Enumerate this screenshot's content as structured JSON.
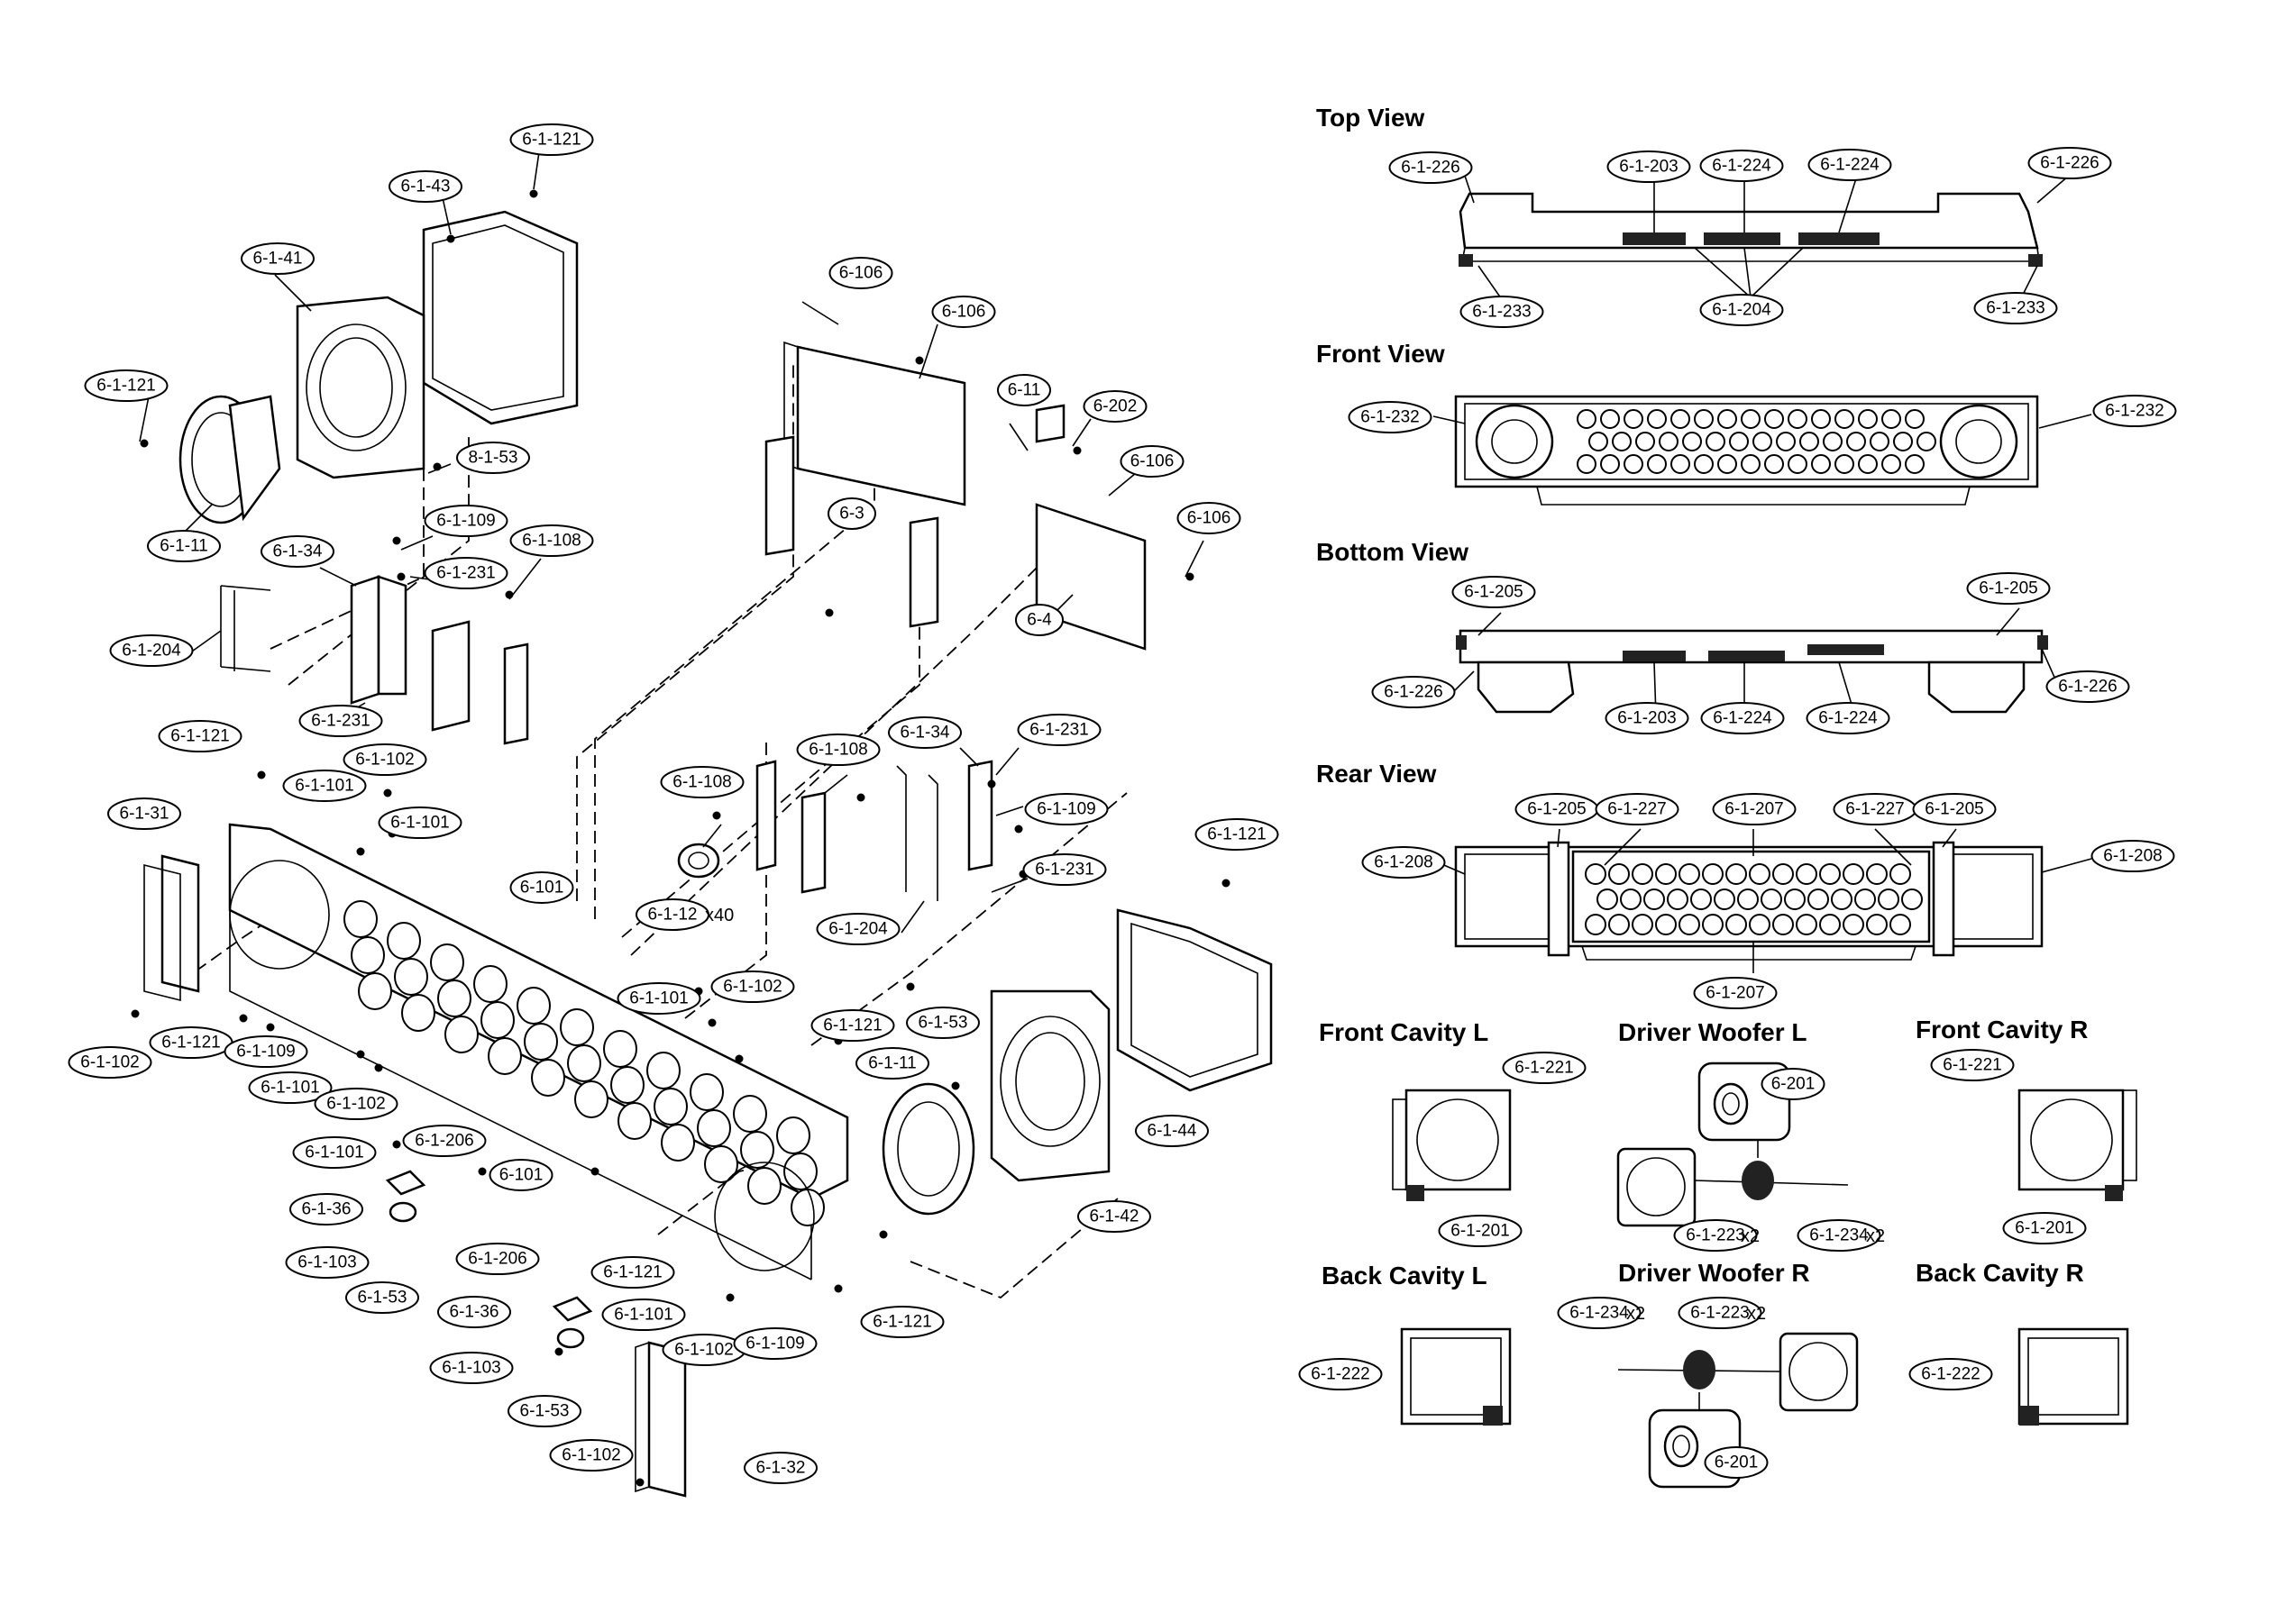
{
  "views": {
    "top_view": "Top View",
    "front_view": "Front View",
    "bottom_view": "Bottom View",
    "rear_view": "Rear View",
    "front_cavity_l": "Front Cavity L",
    "driver_woofer_l": "Driver Woofer L",
    "front_cavity_r": "Front Cavity R",
    "back_cavity_l": "Back Cavity L",
    "driver_woofer_r": "Driver Woofer R",
    "back_cavity_r": "Back Cavity R"
  },
  "callouts": [
    {
      "id": "c1",
      "label": "6-1-121"
    },
    {
      "id": "c2",
      "label": "6-1-43"
    },
    {
      "id": "c3",
      "label": "6-1-41"
    },
    {
      "id": "c4",
      "label": "6-1-121"
    },
    {
      "id": "c5",
      "label": "8-1-53"
    },
    {
      "id": "c6",
      "label": "6-1-11"
    },
    {
      "id": "c7",
      "label": "6-1-34"
    },
    {
      "id": "c8",
      "label": "6-1-109"
    },
    {
      "id": "c9",
      "label": "6-1-231"
    },
    {
      "id": "c10",
      "label": "6-1-108"
    },
    {
      "id": "c11",
      "label": "6-1-204"
    },
    {
      "id": "c12",
      "label": "6-1-231"
    },
    {
      "id": "c13",
      "label": "6-1-121"
    },
    {
      "id": "c14",
      "label": "6-1-102"
    },
    {
      "id": "c15",
      "label": "6-1-101"
    },
    {
      "id": "c16",
      "label": "6-1-101"
    },
    {
      "id": "c17",
      "label": "6-1-31"
    },
    {
      "id": "c18",
      "label": "6-101"
    },
    {
      "id": "c19",
      "label": "6-1-102"
    },
    {
      "id": "c20",
      "label": "6-1-121"
    },
    {
      "id": "c21",
      "label": "6-1-109"
    },
    {
      "id": "c22",
      "label": "6-1-101"
    },
    {
      "id": "c23",
      "label": "6-1-102"
    },
    {
      "id": "c24",
      "label": "6-1-101"
    },
    {
      "id": "c25",
      "label": "6-1-206"
    },
    {
      "id": "c26",
      "label": "6-101"
    },
    {
      "id": "c27",
      "label": "6-1-36"
    },
    {
      "id": "c28",
      "label": "6-1-103"
    },
    {
      "id": "c29",
      "label": "6-1-53"
    },
    {
      "id": "c30",
      "label": "6-106"
    },
    {
      "id": "c31",
      "label": "6-106"
    },
    {
      "id": "c32",
      "label": "6-11"
    },
    {
      "id": "c33",
      "label": "6-202"
    },
    {
      "id": "c34",
      "label": "6-106"
    },
    {
      "id": "c35",
      "label": "6-3"
    },
    {
      "id": "c36",
      "label": "6-106"
    },
    {
      "id": "c37",
      "label": "6-4"
    },
    {
      "id": "c38",
      "label": "6-1-108"
    },
    {
      "id": "c39",
      "label": "6-1-108"
    },
    {
      "id": "c40",
      "label": "6-1-34"
    },
    {
      "id": "c41",
      "label": "6-1-231"
    },
    {
      "id": "c42",
      "label": "6-1-109"
    },
    {
      "id": "c43",
      "label": "6-1-12"
    },
    {
      "id": "c44",
      "label": "6-1-231"
    },
    {
      "id": "c45",
      "label": "6-1-204"
    },
    {
      "id": "c46",
      "label": "6-1-101"
    },
    {
      "id": "c47",
      "label": "6-1-102"
    },
    {
      "id": "c48",
      "label": "6-1-121"
    },
    {
      "id": "c49",
      "label": "6-1-53"
    },
    {
      "id": "c50",
      "label": "6-1-11"
    },
    {
      "id": "c51",
      "label": "6-1-121"
    },
    {
      "id": "c52",
      "label": "6-1-44"
    },
    {
      "id": "c53",
      "label": "6-1-42"
    },
    {
      "id": "c54",
      "label": "6-1-206"
    },
    {
      "id": "c55",
      "label": "6-1-121"
    },
    {
      "id": "c56",
      "label": "6-1-36"
    },
    {
      "id": "c57",
      "label": "6-1-101"
    },
    {
      "id": "c58",
      "label": "6-1-103"
    },
    {
      "id": "c59",
      "label": "6-1-102"
    },
    {
      "id": "c60",
      "label": "6-1-109"
    },
    {
      "id": "c61",
      "label": "6-1-53"
    },
    {
      "id": "c62",
      "label": "6-1-121"
    },
    {
      "id": "c63",
      "label": "6-1-102"
    },
    {
      "id": "c64",
      "label": "6-1-32"
    },
    {
      "id": "t1",
      "label": "6-1-226"
    },
    {
      "id": "t2",
      "label": "6-1-203"
    },
    {
      "id": "t3",
      "label": "6-1-224"
    },
    {
      "id": "t4",
      "label": "6-1-224"
    },
    {
      "id": "t5",
      "label": "6-1-226"
    },
    {
      "id": "t6",
      "label": "6-1-233"
    },
    {
      "id": "t7",
      "label": "6-1-204"
    },
    {
      "id": "t8",
      "label": "6-1-233"
    },
    {
      "id": "f1",
      "label": "6-1-232"
    },
    {
      "id": "f2",
      "label": "6-1-232"
    },
    {
      "id": "b1",
      "label": "6-1-205"
    },
    {
      "id": "b2",
      "label": "6-1-205"
    },
    {
      "id": "b3",
      "label": "6-1-226"
    },
    {
      "id": "b4",
      "label": "6-1-203"
    },
    {
      "id": "b5",
      "label": "6-1-224"
    },
    {
      "id": "b6",
      "label": "6-1-224"
    },
    {
      "id": "b7",
      "label": "6-1-226"
    },
    {
      "id": "r1",
      "label": "6-1-205"
    },
    {
      "id": "r2",
      "label": "6-1-227"
    },
    {
      "id": "r3",
      "label": "6-1-207"
    },
    {
      "id": "r4",
      "label": "6-1-227"
    },
    {
      "id": "r5",
      "label": "6-1-205"
    },
    {
      "id": "r6",
      "label": "6-1-208"
    },
    {
      "id": "r7",
      "label": "6-1-208"
    },
    {
      "id": "r8",
      "label": "6-1-207"
    },
    {
      "id": "s1",
      "label": "6-1-221"
    },
    {
      "id": "s2",
      "label": "6-1-201"
    },
    {
      "id": "s3",
      "label": "6-201"
    },
    {
      "id": "s4",
      "label": "6-1-223"
    },
    {
      "id": "s5",
      "label": "6-1-234"
    },
    {
      "id": "s6",
      "label": "6-1-221"
    },
    {
      "id": "s7",
      "label": "6-1-201"
    },
    {
      "id": "s8",
      "label": "6-1-222"
    },
    {
      "id": "s9",
      "label": "6-1-234"
    },
    {
      "id": "s10",
      "label": "6-1-223"
    },
    {
      "id": "s11",
      "label": "6-201"
    },
    {
      "id": "s12",
      "label": "6-1-222"
    }
  ],
  "suffixes": [
    {
      "id": "x1",
      "label": "x40"
    },
    {
      "id": "x2",
      "label": "x2"
    },
    {
      "id": "x3",
      "label": "x2"
    },
    {
      "id": "x4",
      "label": "x2"
    },
    {
      "id": "x5",
      "label": "x2"
    }
  ]
}
